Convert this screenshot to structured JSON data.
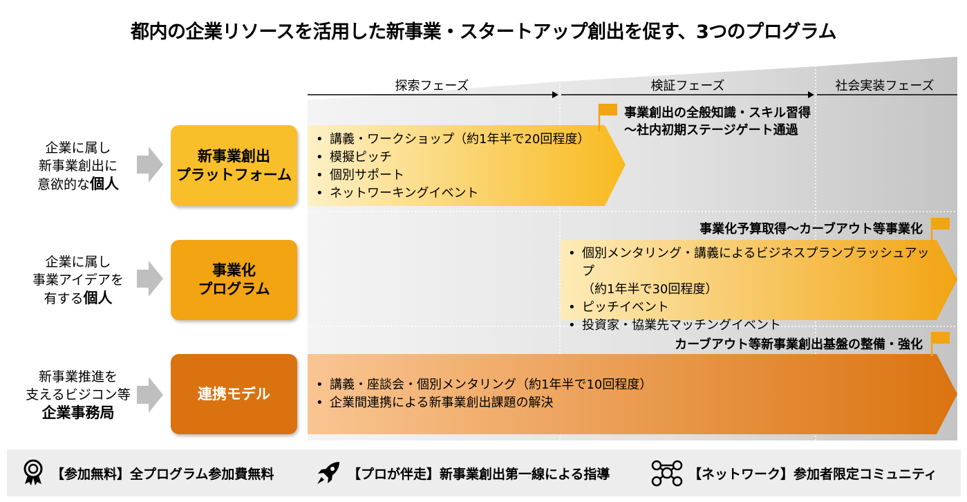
{
  "title": "都内の企業リソースを活用した新事業・スタートアップ創出を促す、3つのプログラム",
  "phases": [
    {
      "label": "探索フェーズ"
    },
    {
      "label": "検証フェーズ"
    },
    {
      "label": "社会実装フェーズ"
    }
  ],
  "rows": [
    {
      "target_lines": [
        "企業に属し",
        "新事業創出に"
      ],
      "target_big_prefix": "意欲的な",
      "target_big": "個人",
      "program_lines": [
        "新事業創出",
        "プラットフォーム"
      ],
      "program_color": "#F8BF2A",
      "bullets": [
        "講義・ワークショップ（約1年半で20回程度）",
        "模擬ピッチ",
        "個別サポート",
        "ネットワーキングイベント"
      ],
      "milestone_lines": [
        "事業創出の全般知識・スキル習得",
        "～社内初期ステージゲート通過"
      ]
    },
    {
      "target_lines": [
        "企業に属し",
        "事業アイデアを"
      ],
      "target_big_prefix": "有する",
      "target_big": "個人",
      "program_lines": [
        "事業化",
        "プログラム"
      ],
      "program_color": "#F2A413",
      "bullets": [
        "個別メンタリング・講義によるビジネスプランブラッシュアップ",
        "（約1年半で30回程度）",
        "ピッチイベント",
        "投資家・協業先マッチングイベント"
      ],
      "milestone_lines": [
        "事業化予算取得～カーブアウト等事業化"
      ]
    },
    {
      "target_lines": [
        "新事業推進を",
        "支えるビジコン等"
      ],
      "target_big_prefix": "",
      "target_big": "企業事務局",
      "program_lines": [
        "連携モデル"
      ],
      "program_color": "#D9720F",
      "bullets": [
        "講義・座談会・個別メンタリング（約1年半で10回程度）",
        "企業間連携による新事業創出課題の解決"
      ],
      "milestone_lines": [
        "カーブアウト等新事業創出基盤の整備・強化"
      ]
    }
  ],
  "footer": [
    {
      "icon": "award-icon",
      "label": "【参加無料】全プログラム参加費無料"
    },
    {
      "icon": "rocket-icon",
      "label": "【プロが伴走】新事業創出第一線による指導"
    },
    {
      "icon": "network-icon",
      "label": "【ネットワーク】参加者限定コミュニティ"
    }
  ],
  "colors": {
    "flag": "#F2A413",
    "footer_bg": "#EDEDED"
  }
}
